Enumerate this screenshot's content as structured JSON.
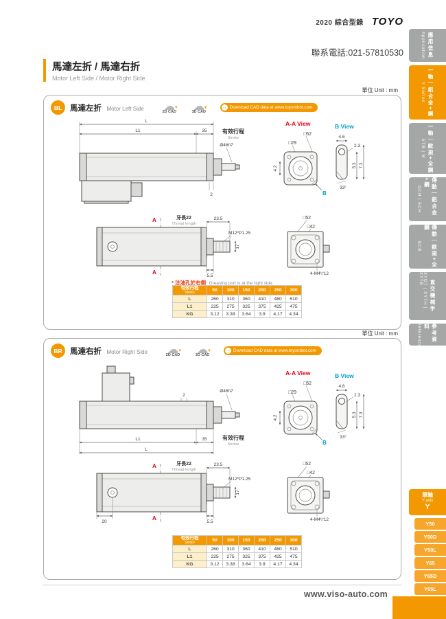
{
  "colors": {
    "accent": "#F39800",
    "red": "#E60012",
    "blue": "#00A0C9",
    "tab_inactive": "#A5A6A6"
  },
  "icons": {
    "cloud": "☁",
    "cloud_download_arrow": "▼",
    "pill_arrow": "→"
  },
  "header": {
    "catalog": "2020 綜合型錄",
    "brand": "TOYO",
    "phone": "聯系電話:021-57810530",
    "title_cn": "馬達左折 / 馬達右折",
    "title_en": "Motor Left Side / Motor Right Side"
  },
  "sidebar": {
    "tabs": [
      {
        "cn": "應用信息",
        "en": "Application"
      },
      {
        "cn": "一軸｜鋁合金+鋼",
        "en": "Y Series"
      },
      {
        "cn": "一軸｜歐規+全鋼",
        "en": "ETB | M"
      },
      {
        "cn": "傳動｜鋁合金+鋼",
        "en": "GCH | ECH"
      },
      {
        "cn": "傳動｜歐規+全鋼",
        "en": "ECB"
      },
      {
        "cn": "直交機械手",
        "en": "XYGT | XYTH | XYTB"
      },
      {
        "cn": "參考資料",
        "en": "Reference"
      }
    ]
  },
  "axis": {
    "group_cn": "單軸",
    "group_en": "Y axis",
    "group_letter": "Y",
    "models": [
      "Y50",
      "Y50D",
      "Y50L",
      "Y65",
      "Y65D",
      "Y65L"
    ]
  },
  "footer": {
    "website": "www.viso-auto.com"
  },
  "panel_bl": {
    "badge": "BL",
    "title_cn": "馬達左折",
    "title_en": "Motor Left Side",
    "cad2d": "2D CAD",
    "cad3d": "3D CAD",
    "download": "Download CAD data at www.toyorobot.com",
    "unit": "單位 Unit : mm",
    "note_cn": "* 注油孔於右側",
    "note_en": "Greasing port is at the right side.",
    "dims": {
      "L": "L",
      "L1": "L1",
      "n35": "35",
      "stroke_cn": "有效行程",
      "stroke_en": "Stroke",
      "rod_dia": "Ø46h7",
      "n2": "2",
      "aa_title": "A-A View",
      "sq52": "□52",
      "sq29": "□29",
      "n42": "4.2",
      "b_arrow": "B",
      "bv_title": "B View",
      "n46": "4.6",
      "n23": "2.3",
      "n53": "5.3",
      "n73": "7.3",
      "ang33": "33°",
      "thread_cn": "牙長22",
      "thread_en": "Thread length",
      "n235": "23.5",
      "m12": "M12*P1.25",
      "n17": "17",
      "n55": "5.5",
      "a_top": "A",
      "a_bottom": "A",
      "sq52b": "□52",
      "sq42": "□42",
      "bolts": "4-M4▽12"
    },
    "table": {
      "header_cn": "有效行程",
      "header_en": "Stroke",
      "strokes": [
        "50",
        "100",
        "150",
        "200",
        "250",
        "300"
      ],
      "rows": [
        {
          "label": "L",
          "values": [
            "260",
            "310",
            "360",
            "410",
            "460",
            "510"
          ]
        },
        {
          "label": "L1",
          "values": [
            "225",
            "275",
            "325",
            "375",
            "425",
            "475"
          ]
        },
        {
          "label": "KG",
          "values": [
            "3.12",
            "3.38",
            "3.64",
            "3.9",
            "4.17",
            "4.34"
          ]
        }
      ]
    }
  },
  "panel_br": {
    "badge": "BR",
    "title_cn": "馬達右折",
    "title_en": "Motor Right Side",
    "cad2d": "2D CAD",
    "cad3d": "3D CAD",
    "download": "Download CAD data at www.toyorobot.com",
    "unit": "單位 Unit : mm",
    "dims": {
      "L": "L",
      "L1": "L1",
      "n35": "35",
      "stroke_cn": "有效行程",
      "stroke_en": "Stroke",
      "rod_dia": "Ø46h7",
      "n2": "2",
      "n20": "20",
      "aa_title": "A-A View",
      "sq52": "□52",
      "sq29": "□29",
      "n42": "4.2",
      "b_arrow": "B",
      "bv_title": "B View",
      "n46": "4.6",
      "n23": "2.3",
      "n53": "5.3",
      "n73": "7.3",
      "ang33": "33°",
      "thread_cn": "牙長22",
      "thread_en": "Thread length",
      "n235": "23.5",
      "m12": "M12*P1.25",
      "n17": "17",
      "n55": "5.5",
      "a_top": "A",
      "a_bottom": "A",
      "sq52b": "□52",
      "sq42": "□42",
      "bolts": "4-M4▽12"
    },
    "table": {
      "header_cn": "有效行程",
      "header_en": "Stroke",
      "strokes": [
        "50",
        "100",
        "150",
        "200",
        "250",
        "300"
      ],
      "rows": [
        {
          "label": "L",
          "values": [
            "260",
            "310",
            "360",
            "410",
            "460",
            "510"
          ]
        },
        {
          "label": "L1",
          "values": [
            "225",
            "275",
            "325",
            "375",
            "425",
            "475"
          ]
        },
        {
          "label": "KG",
          "values": [
            "3.12",
            "3.38",
            "3.64",
            "3.9",
            "4.17",
            "4.34"
          ]
        }
      ]
    }
  }
}
